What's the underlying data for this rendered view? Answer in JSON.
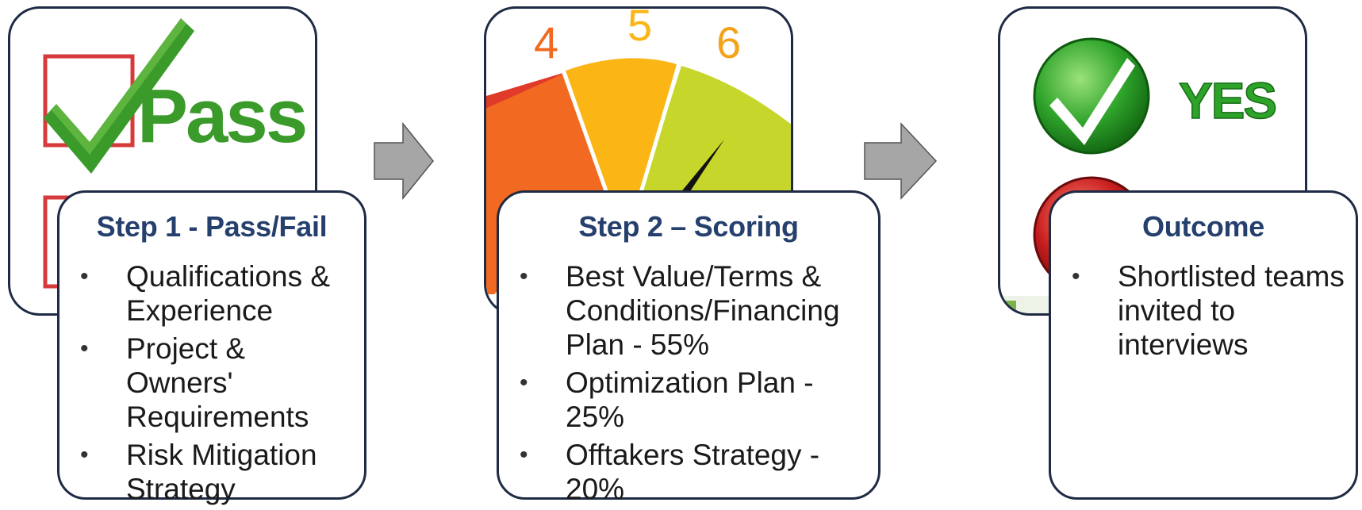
{
  "steps": [
    {
      "title": "Step 1 - Pass/Fail",
      "image_text": "Pass",
      "bullets": [
        "Qualifications & Experience",
        "Project & Owners' Requirements",
        "Risk Mitigation Strategy"
      ]
    },
    {
      "title": "Step 2 – Scoring",
      "gauge_numbers": [
        "4",
        "5",
        "6"
      ],
      "bullets": [
        "Best Value/Terms & Conditions/Financing Plan - 55%",
        "Optimization Plan - 25%",
        "Offtakers Strategy - 20%"
      ]
    },
    {
      "title": "Outcome",
      "image_text": "YES",
      "bullets": [
        "Shortlisted teams invited to interviews"
      ]
    }
  ],
  "colors": {
    "card_border": "#1f2a44",
    "title_text": "#26406e",
    "arrow_fill": "#a6a6a6",
    "pass_green": "#3a9a2a",
    "check_red": "#d63a3a",
    "gauge_orange": "#f26a21",
    "gauge_yellow": "#fbb515",
    "gauge_lime": "#c7d62a",
    "yes_green": "#2ea32a",
    "no_red": "#c81e1e"
  },
  "icons": [
    "pass-checkmark-icon",
    "gauge-meter-icon",
    "yes-checkmark-icon",
    "no-cross-icon",
    "right-arrow-icon"
  ]
}
